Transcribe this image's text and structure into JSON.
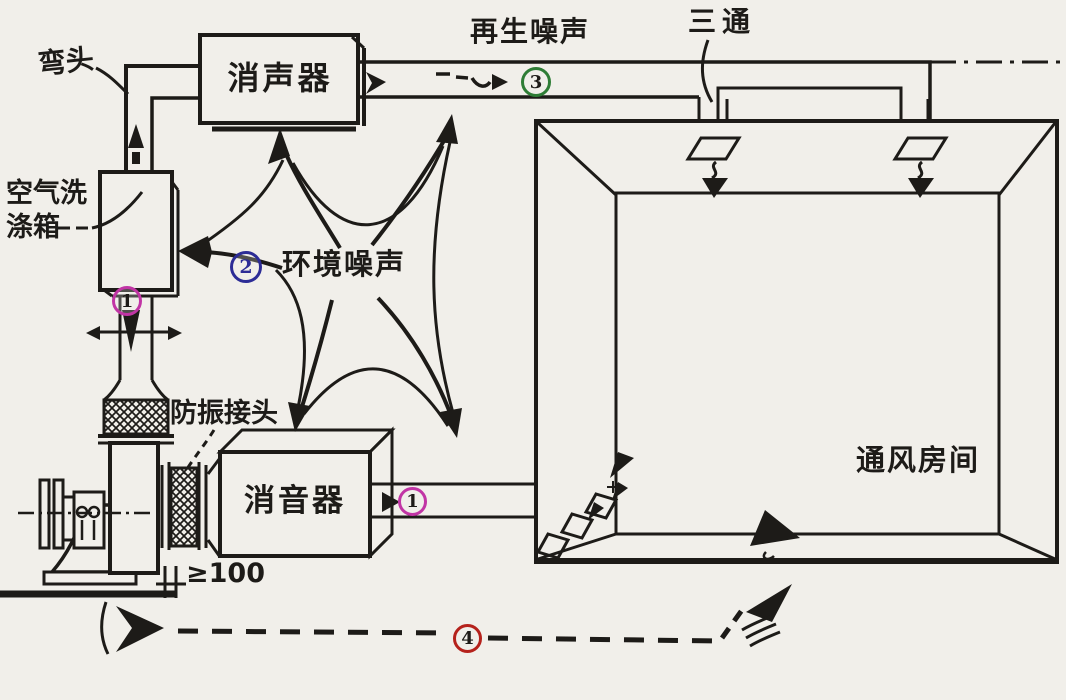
{
  "labels": {
    "elbow": "弯头",
    "muffler_top": "消声器",
    "regenerated_noise": "再生噪声",
    "tee": "三通",
    "air_washer_line1": "空气洗",
    "air_washer_line2": "涤箱",
    "environmental_noise": "环境噪声",
    "vibration_joint": "防振接头",
    "silencer_bottom": "消音器",
    "ventilation_room": "通风房间",
    "min_clearance": "≥100"
  },
  "markers": {
    "m1_pipe": {
      "num": "1",
      "color": "#c135a5"
    },
    "m1_duct": {
      "num": "1",
      "color": "#c135a5"
    },
    "m2": {
      "num": "2",
      "color": "#2c2c96"
    },
    "m3": {
      "num": "3",
      "color": "#2e7d36"
    },
    "m4": {
      "num": "4",
      "color": "#b5221c"
    }
  },
  "colors": {
    "paper": "#f1efea",
    "ink": "#1d1b18"
  }
}
